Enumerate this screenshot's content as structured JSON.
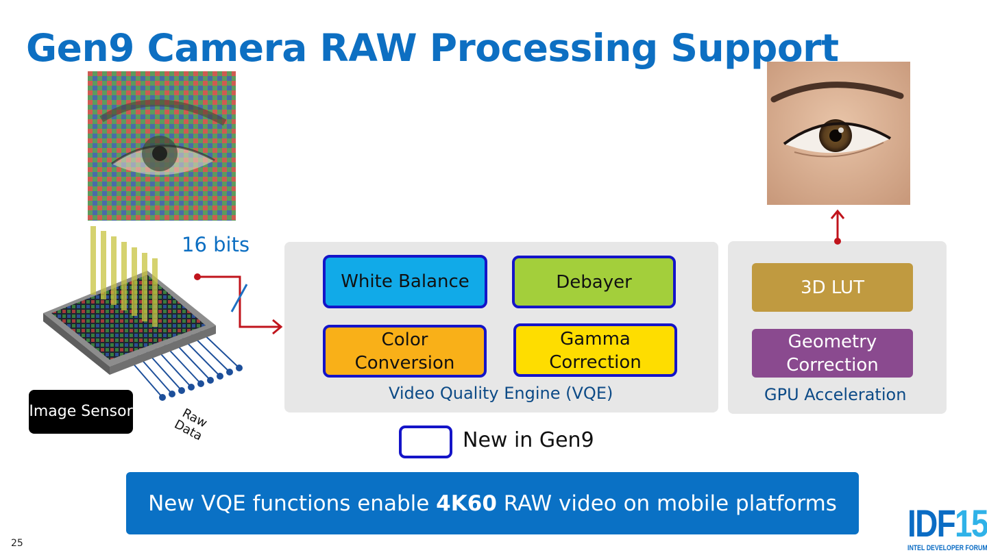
{
  "title": "Gen9 Camera RAW Processing Support",
  "colors": {
    "title": "#0d6fc2",
    "new_border": "#1414c8",
    "white_balance": "#11aae8",
    "debayer": "#a3cf3b",
    "color_conversion": "#f9b018",
    "gamma_correction": "#fedd00",
    "lut": "#c09a40",
    "geometry": "#8a4a8f",
    "arrow": "#c0141c",
    "banner": "#0a71c5"
  },
  "sensor": {
    "bits_label": "16 bits",
    "badge": "Image Sensor",
    "raw_data": "Raw Data"
  },
  "vqe": {
    "white_balance": "White Balance",
    "debayer": "Debayer",
    "color_conversion": "Color Conversion",
    "gamma_correction": "Gamma Correction",
    "label": "Video Quality Engine (VQE)"
  },
  "gpu": {
    "lut": "3D LUT",
    "geometry": "Geometry Correction",
    "label": "GPU Acceleration"
  },
  "legend": {
    "text": "New in Gen9"
  },
  "banner": {
    "before": "New VQE functions enable ",
    "bold": "4K60",
    "after": " RAW video on mobile platforms"
  },
  "page_number": "25",
  "logo": {
    "letters": "IDF",
    "number": "15",
    "subtitle": "INTEL DEVELOPER FORUM"
  }
}
